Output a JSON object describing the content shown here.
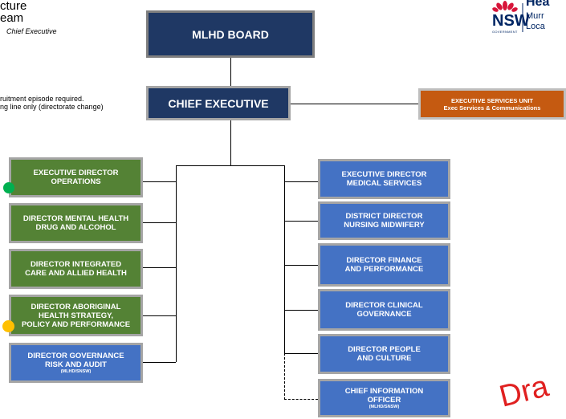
{
  "header": {
    "title_line1": "cture",
    "title_line2": "eam",
    "subtitle": "Chief Executive"
  },
  "legend": {
    "line1": "ruitment episode required.",
    "line2": "ng line only (directorate change)"
  },
  "logo": {
    "text_top": "Hea",
    "text_mid": "Murr",
    "text_bot": "Loca",
    "nsw": "NSW",
    "gov": "GOVERNMENT"
  },
  "board": {
    "title": "MLHD BOARD"
  },
  "ceo": {
    "title": "CHIEF EXECUTIVE"
  },
  "esu": {
    "line1": "EXECUTIVE SERVICES UNIT",
    "line2": "Exec Services & Communications"
  },
  "left_boxes": [
    {
      "line1": "EXECUTIVE DIRECTOR",
      "line2": "OPERATIONS",
      "line3": "",
      "small": ""
    },
    {
      "line1": "DIRECTOR MENTAL HEALTH",
      "line2": "DRUG AND ALCOHOL",
      "line3": "",
      "small": ""
    },
    {
      "line1": "DIRECTOR INTEGRATED",
      "line2": "CARE AND ALLIED HEALTH",
      "line3": "",
      "small": ""
    },
    {
      "line1": "DIRECTOR ABORIGINAL",
      "line2": "HEALTH STRATEGY,",
      "line3": "POLICY AND PERFORMANCE",
      "small": ""
    },
    {
      "line1": "DIRECTOR GOVERNANCE",
      "line2": "RISK AND AUDIT",
      "line3": "",
      "small": "(MLHD/SNSW)"
    }
  ],
  "right_boxes": [
    {
      "line1": "EXECUTIVE DIRECTOR",
      "line2": "MEDICAL SERVICES",
      "small": ""
    },
    {
      "line1": "DISTRICT DIRECTOR",
      "line2": "NURSING MIDWIFERY",
      "small": ""
    },
    {
      "line1": "DIRECTOR FINANCE",
      "line2": "AND PERFORMANCE",
      "small": ""
    },
    {
      "line1": "DIRECTOR CLINICAL",
      "line2": "GOVERNANCE",
      "small": ""
    },
    {
      "line1": "DIRECTOR PEOPLE",
      "line2": "AND CULTURE",
      "small": ""
    },
    {
      "line1": "CHIEF INFORMATION",
      "line2": "OFFICER",
      "small": "(MLHD/SNSW)"
    }
  ],
  "watermark": "Dra",
  "colors": {
    "navy": "#1f3864",
    "green": "#548235",
    "blue": "#4472c4",
    "orange": "#c55a11",
    "dot_green": "#00b050",
    "dot_yellow": "#ffc000"
  }
}
